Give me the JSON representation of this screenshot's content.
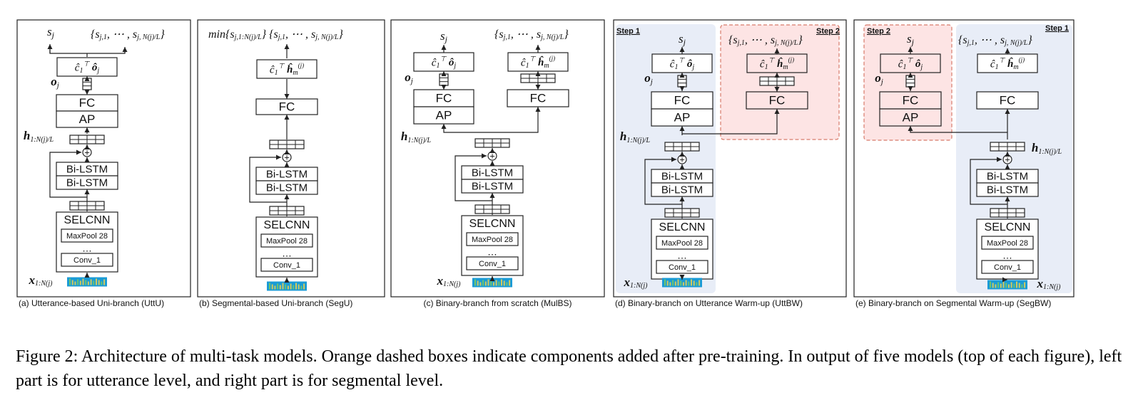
{
  "caption": "Figure 2: Architecture of multi-task models. Orange dashed boxes indicate components added after pre-training. In output of five models (top of each figure), left part is for utterance level, and right part is for segmental level.",
  "labels": {
    "fc": "FC",
    "ap": "AP",
    "bilstm": "Bi-LSTM",
    "selcnn": "SELCNN",
    "maxpool": "MaxPool 28",
    "dots": "…",
    "conv": "Conv_1",
    "plus": "+"
  },
  "math": {
    "s_j": "s_j",
    "s_set": "{s_j,1, ⋯ , s_j,N(j)/L}",
    "min_s_set": "min{s_j,1:N(j)/L}",
    "o_j": "o_j",
    "h": "h_1:N(j)/L",
    "x": "x_1:N(j)",
    "score_o": "ĉ1ᵀ ô_j",
    "score_h": "ĉ1ᵀ ĥm(j)"
  },
  "panels": [
    {
      "caption": "(a) Utterance-based Uni-branch (UttU)"
    },
    {
      "caption": "(b) Segmental-based Uni-branch (SegU)"
    },
    {
      "caption": "(c) Binary-branch from scratch (MulBS)"
    },
    {
      "caption": "(d) Binary-branch on Utterance Warm-up (UttBW)",
      "step_left": "Step 1",
      "step_right": "Step 2"
    },
    {
      "caption": "(e) Binary-branch on Segmental Warm-up (SegBW)",
      "step_left": "Step 2",
      "step_right": "Step 1"
    }
  ],
  "colors": {
    "step1_fill": "#e8edf7",
    "step2_fill": "#fde4e4",
    "step2_border": "#d87a6a",
    "line": "#222222",
    "spectrogram": "#1a9bd6"
  }
}
